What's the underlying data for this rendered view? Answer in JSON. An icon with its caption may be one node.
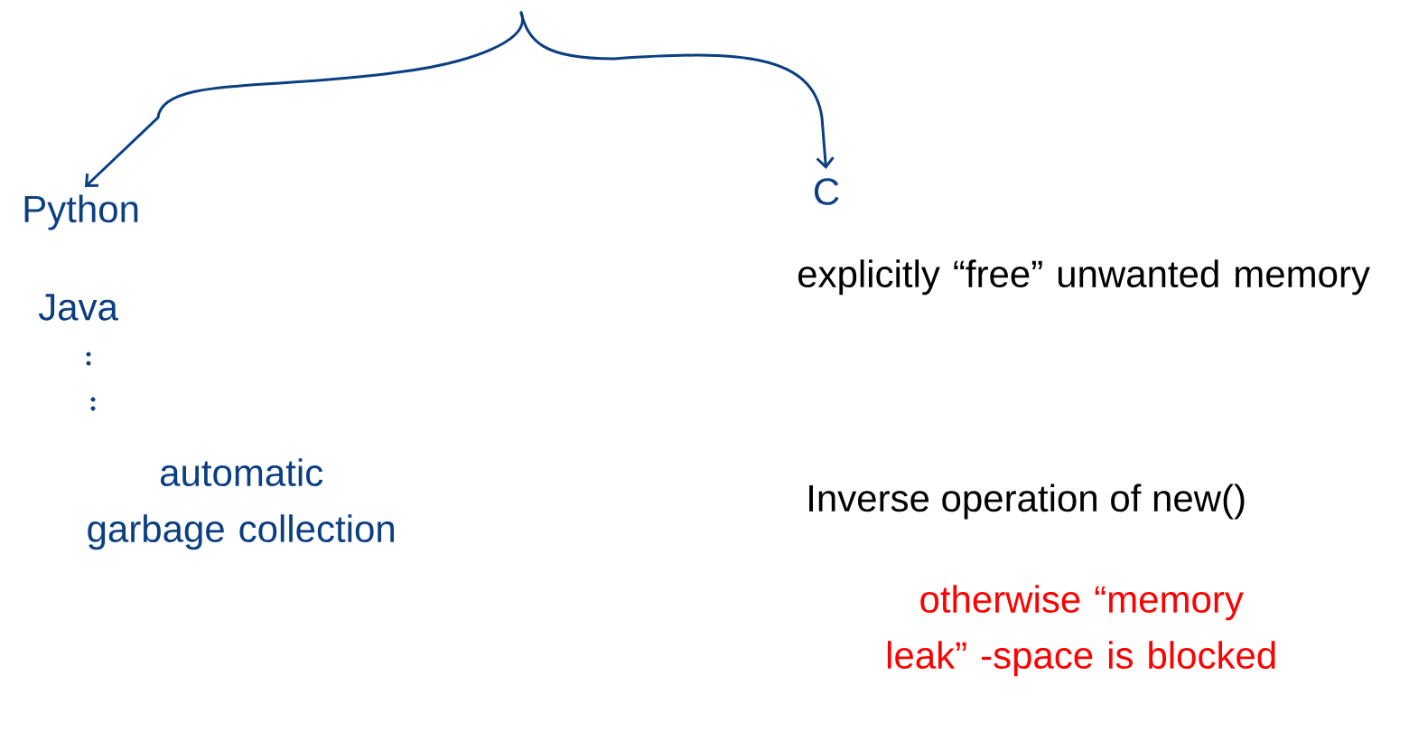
{
  "diagram": {
    "nodes": [
      {
        "text": [
          "Python"
        ]
      },
      {
        "text": [
          "C"
        ]
      }
    ],
    "edges": [
      {
        "from": null,
        "to": 0,
        "arrow": "to"
      },
      {
        "from": null,
        "to": 1,
        "arrow": "to"
      }
    ],
    "labels": [
      "Java",
      "automatic garbage collection",
      "explicitly “free” unwanted memory",
      "Inverse operation of new()",
      "otherwise “memory leak” -space is blocked"
    ]
  }
}
